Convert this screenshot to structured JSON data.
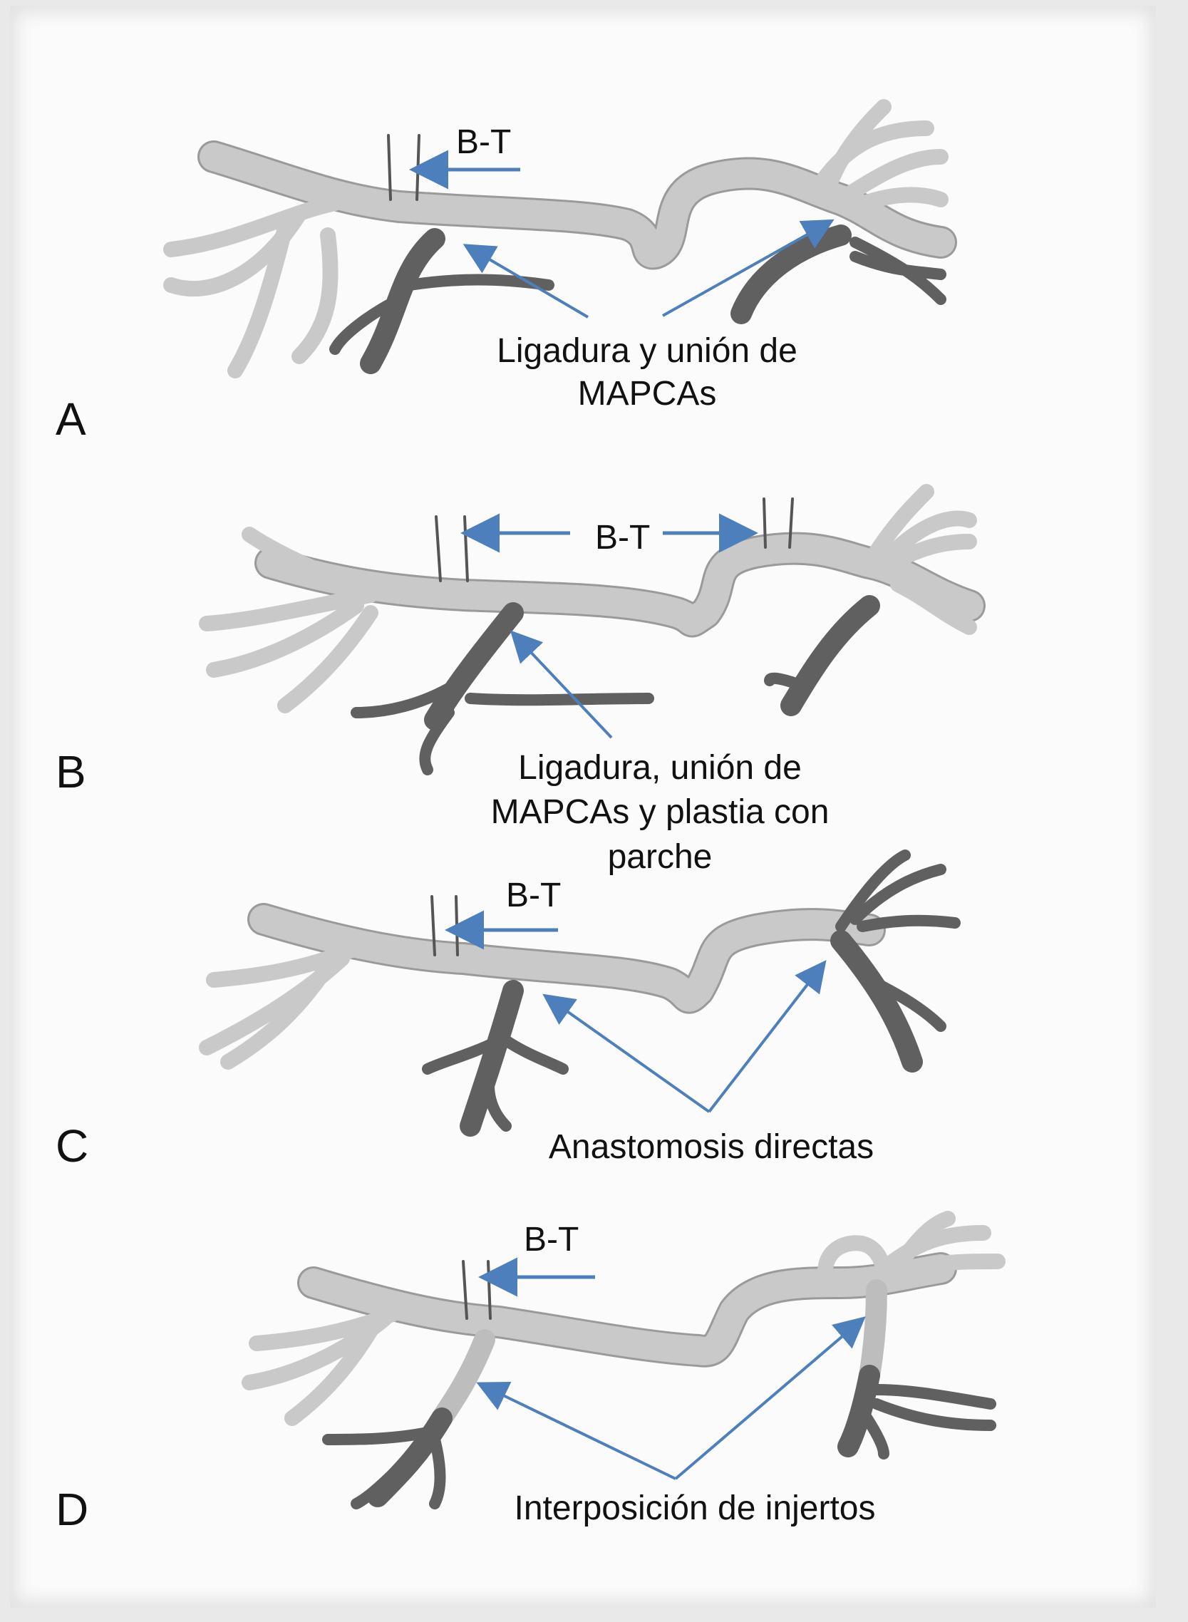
{
  "colors": {
    "arrow": "#4d7fbd",
    "light_vessel": "#c9c9c9",
    "light_vessel_outline": "#9a9a9a",
    "dark_vessel": "#606060",
    "paper": "#fbfbfb"
  },
  "panels": [
    {
      "letter": "A",
      "bt_labels": [
        "B-T"
      ],
      "caption_lines": [
        "Ligadura y unión de",
        "MAPCAs"
      ]
    },
    {
      "letter": "B",
      "bt_labels": [
        "B-T"
      ],
      "caption_lines": [
        "Ligadura, unión de",
        "MAPCAs y plastia con",
        "parche"
      ]
    },
    {
      "letter": "C",
      "bt_labels": [
        "B-T"
      ],
      "caption_lines": [
        "Anastomosis directas"
      ]
    },
    {
      "letter": "D",
      "bt_labels": [
        "B-T"
      ],
      "caption_lines": [
        "Interposición de injertos"
      ]
    }
  ]
}
